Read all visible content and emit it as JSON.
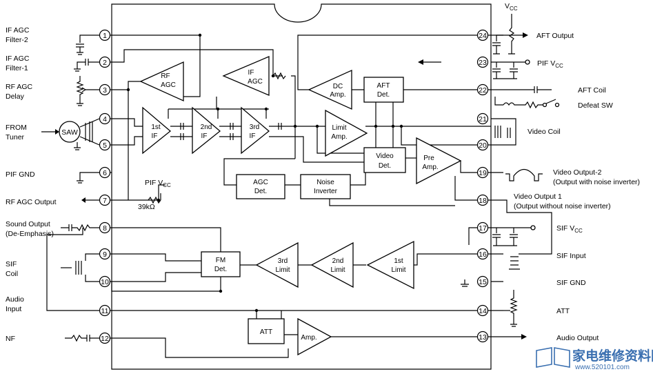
{
  "left_labels": [
    {
      "id": "if-agc-filter-2",
      "lines": [
        "IF AGC",
        "Filter-2"
      ]
    },
    {
      "id": "if-agc-filter-1",
      "lines": [
        "IF AGC",
        "Filter-1"
      ]
    },
    {
      "id": "rf-agc-delay",
      "lines": [
        "RF AGC",
        "Delay"
      ]
    },
    {
      "id": "from-tuner",
      "lines": [
        "FROM",
        "Tuner"
      ]
    },
    {
      "id": "pif-gnd",
      "lines": [
        "PIF GND"
      ]
    },
    {
      "id": "rf-agc-output",
      "lines": [
        "RF AGC Output"
      ]
    },
    {
      "id": "sound-output",
      "lines": [
        "Sound Output",
        "(De-Emphasis)"
      ]
    },
    {
      "id": "sif-coil",
      "lines": [
        "SIF",
        "Coil"
      ]
    },
    {
      "id": "audio-input",
      "lines": [
        "Audio",
        "Input"
      ]
    },
    {
      "id": "nf",
      "lines": [
        "NF"
      ]
    }
  ],
  "right_labels": {
    "vcc": "V",
    "vcc_sub": "CC",
    "aft_output": "AFT Output",
    "pif_vcc": "PIF V",
    "pif_vcc_sub": "CC",
    "aft_coil": "AFT Coil",
    "defeat_sw": "Defeat SW",
    "video_coil": "Video Coil",
    "video_output_2": "Video Output-2",
    "video_output_2_note": "(Output with noise inverter)",
    "video_output_1": "Video Output 1",
    "video_output_1_note": "(Output without noise inverter)",
    "sif_vcc": "SIF V",
    "sif_vcc_sub": "CC",
    "sif_input": "SIF Input",
    "sif_gnd": "SIF GND",
    "att": "ATT",
    "audio_output": "Audio Output"
  },
  "inner_labels": {
    "pif_vcc": "PIF V",
    "pif_vcc_sub": "CC",
    "resistor": "39kΩ",
    "saw": "SAW"
  },
  "pins_left": [
    "1",
    "2",
    "3",
    "4",
    "5",
    "6",
    "7",
    "8",
    "9",
    "10",
    "11",
    "12"
  ],
  "pins_right": [
    "24",
    "23",
    "22",
    "21",
    "20",
    "19",
    "18",
    "17",
    "16",
    "15",
    "14",
    "13"
  ],
  "blocks": {
    "rf_agc": [
      "RF",
      "AGC"
    ],
    "if_agc": [
      "IF",
      "AGC"
    ],
    "dc_amp": [
      "DC",
      "Amp."
    ],
    "aft_det": [
      "AFT",
      "Det."
    ],
    "if1": [
      "1st",
      "IF"
    ],
    "if2": [
      "2nd",
      "IF"
    ],
    "if3": [
      "3rd",
      "IF"
    ],
    "limit_amp": [
      "Limit",
      "Amp."
    ],
    "video_det": [
      "Video",
      "Det."
    ],
    "pre_amp": [
      "Pre",
      "Amp."
    ],
    "agc_det": [
      "AGC",
      "Det."
    ],
    "noise_inverter": [
      "Noise",
      "Inverter"
    ],
    "fm_det": [
      "FM",
      "Det."
    ],
    "limit3": [
      "3rd",
      "Limit"
    ],
    "limit2": [
      "2nd",
      "Limit"
    ],
    "limit1": [
      "1st",
      "Limit"
    ],
    "att": [
      "ATT"
    ],
    "amp": [
      "Amp."
    ]
  },
  "watermark": {
    "text": "家电维修资料网",
    "url": "www.520101.com"
  }
}
